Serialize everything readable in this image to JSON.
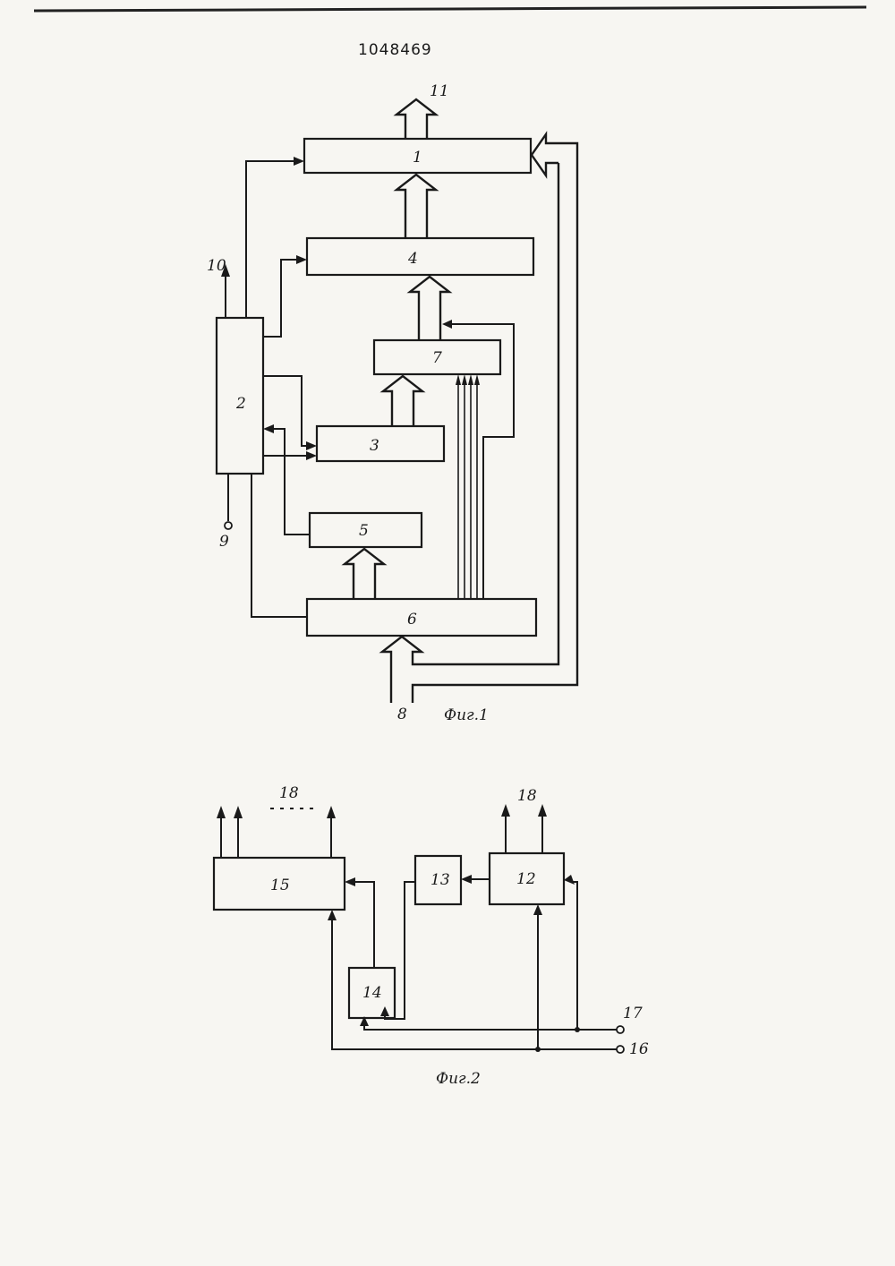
{
  "document": {
    "patent_number": "1048469"
  },
  "figure1": {
    "caption": "Фиг.1",
    "blocks": {
      "b1": "1",
      "b2": "2",
      "b3": "3",
      "b4": "4",
      "b5": "5",
      "b6": "6",
      "b7": "7"
    },
    "terminals": {
      "t8": "8",
      "t9": "9",
      "t10": "10",
      "t11": "11"
    }
  },
  "figure2": {
    "caption": "Фиг.2",
    "blocks": {
      "b12": "12",
      "b13": "13",
      "b14": "14",
      "b15": "15"
    },
    "terminals": {
      "t16": "16",
      "t17": "17",
      "t18_left": "18",
      "t18_right": "18"
    }
  }
}
